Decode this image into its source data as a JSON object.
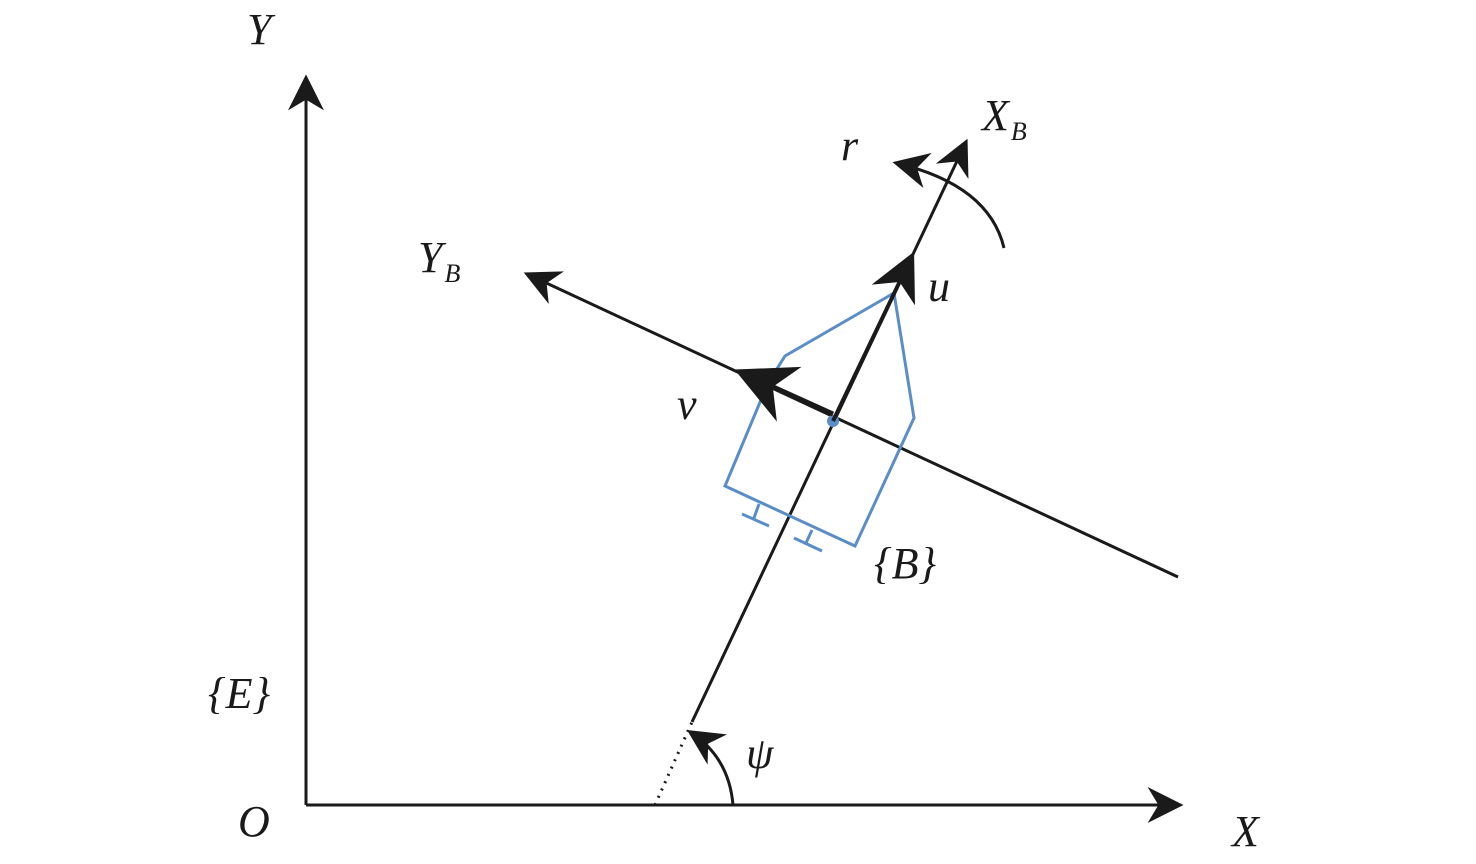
{
  "inertial_frame": {
    "origin": "O",
    "x_axis": "X",
    "y_axis": "Y",
    "frame_label": "{E}"
  },
  "body_frame": {
    "x_axis": {
      "main": "X",
      "sub": "B"
    },
    "y_axis": {
      "main": "Y",
      "sub": "B"
    },
    "frame_label": "{B}"
  },
  "velocities": {
    "surge": "u",
    "sway": "v",
    "yaw_rate": "r"
  },
  "heading_angle": "ψ",
  "colors": {
    "axes": "#1a1a1a",
    "vessel": "#5b8ec9"
  }
}
